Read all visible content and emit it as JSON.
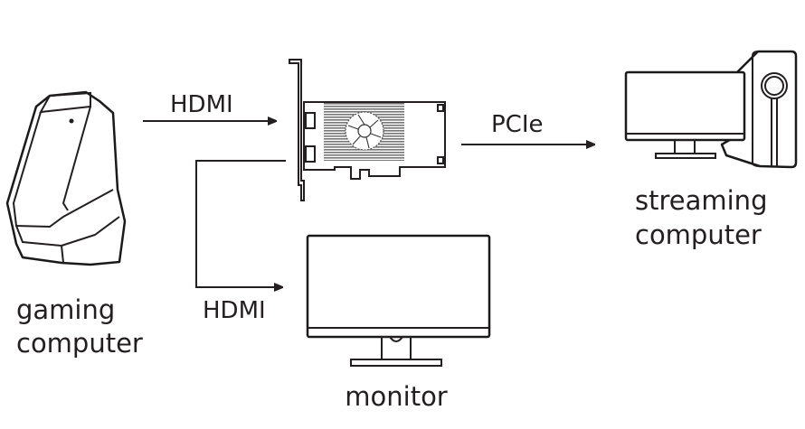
{
  "nodes": {
    "gaming_computer": {
      "line1": "gaming",
      "line2": "computer"
    },
    "streaming_computer": {
      "line1": "streaming",
      "line2": "computer"
    },
    "monitor": {
      "label": "monitor"
    },
    "capture_card": {
      "icon": "capture-card-icon"
    }
  },
  "edges": {
    "gaming_to_card": "HDMI",
    "card_to_streaming": "PCIe",
    "card_to_monitor": "HDMI"
  },
  "colors": {
    "stroke": "#231f20",
    "background": "#ffffff"
  }
}
